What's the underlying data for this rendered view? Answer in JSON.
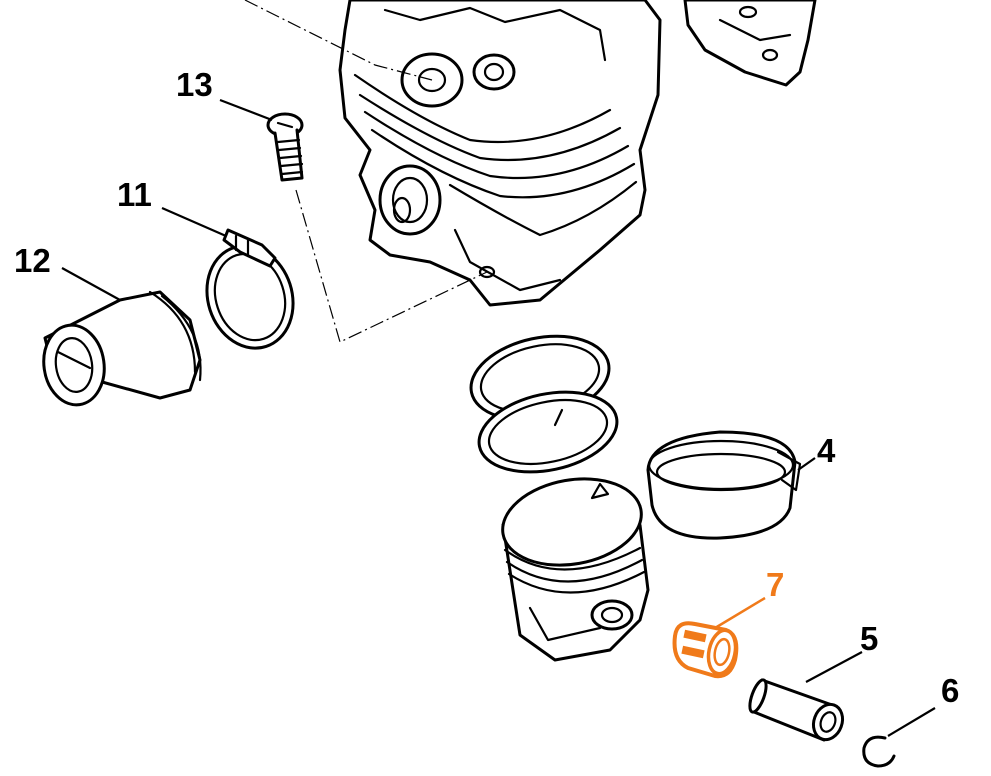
{
  "highlight_color": "#f07a1a",
  "ink_color": "#000000",
  "callouts": {
    "p4": "4",
    "p5": "5",
    "p6": "6",
    "p7": "7",
    "p11": "11",
    "p12": "12",
    "p13": "13"
  },
  "highlighted_part": "7"
}
